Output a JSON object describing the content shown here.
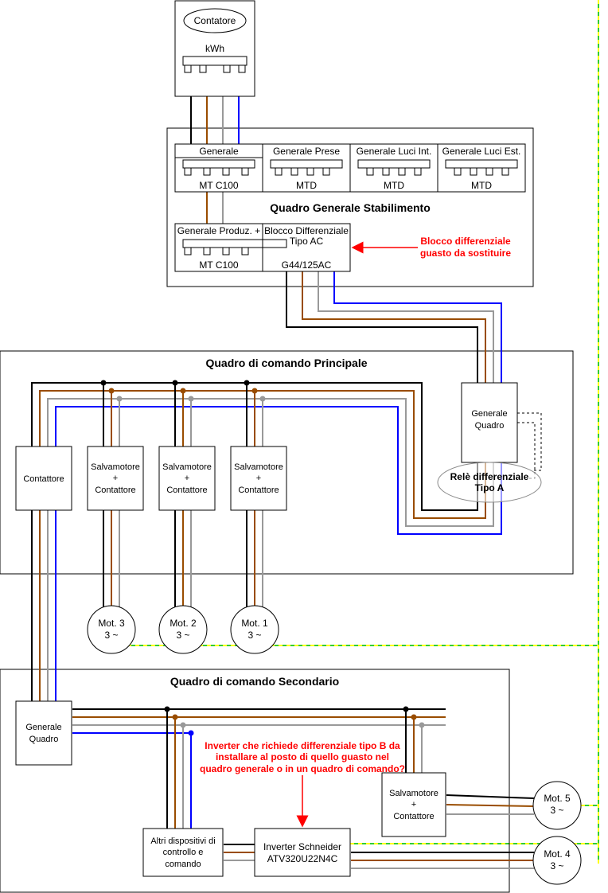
{
  "meter": {
    "label": "Contatore",
    "unit": "kWh"
  },
  "quadro_generale": {
    "title": "Quadro Generale Stabilimento",
    "breakers": [
      {
        "top": "Generale",
        "bottom": "MT C100"
      },
      {
        "top": "Generale Prese",
        "bottom": "MTD"
      },
      {
        "top": "Generale Luci Int.",
        "bottom": "MTD"
      },
      {
        "top": "Generale Luci Est.",
        "bottom": "MTD"
      },
      {
        "top": "Generale Produz. +",
        "bottom": "MT C100"
      },
      {
        "top_line1": "Blocco Differenziale",
        "top_line2": "Tipo AC",
        "bottom": "G44/125AC"
      }
    ],
    "annotation_line1": "Blocco differenziale",
    "annotation_line2": "guasto da sostituire"
  },
  "quadro_principale": {
    "title": "Quadro di comando Principale",
    "contattore": "Contattore",
    "salvamotore": [
      "Salvamotore",
      "+",
      "Contattore"
    ],
    "generale_quadro": [
      "Generale",
      "Quadro"
    ],
    "rele": [
      "Relè differenziale",
      "Tipo A"
    ]
  },
  "motors": [
    {
      "name": "Mot. 3",
      "spec": "3 ~"
    },
    {
      "name": "Mot. 2",
      "spec": "3 ~"
    },
    {
      "name": "Mot. 1",
      "spec": "3 ~"
    },
    {
      "name": "Mot. 5",
      "spec": "3 ~"
    },
    {
      "name": "Mot. 4",
      "spec": "3 ~"
    }
  ],
  "quadro_secondario": {
    "title": "Quadro di comando Secondario",
    "generale_quadro": [
      "Generale",
      "Quadro"
    ],
    "salvamotore": [
      "Salvamotore",
      "+",
      "Contattore"
    ],
    "altri": [
      "Altri dispositivi di",
      "controllo e",
      "comando"
    ],
    "inverter": [
      "Inverter Schneider",
      "ATV320U22N4C"
    ],
    "annotation": [
      "Inverter che richiede differenziale tipo B da",
      "installare al posto di quello guasto nel",
      "quadro generale o in un quadro di comando?"
    ]
  },
  "colors": {
    "black": "#000000",
    "brown": "#994c00",
    "grey": "#999999",
    "blue": "#0000ff",
    "earth_green": "#33cc33",
    "earth_yellow": "#ffff00",
    "annotation": "#ff0000"
  }
}
